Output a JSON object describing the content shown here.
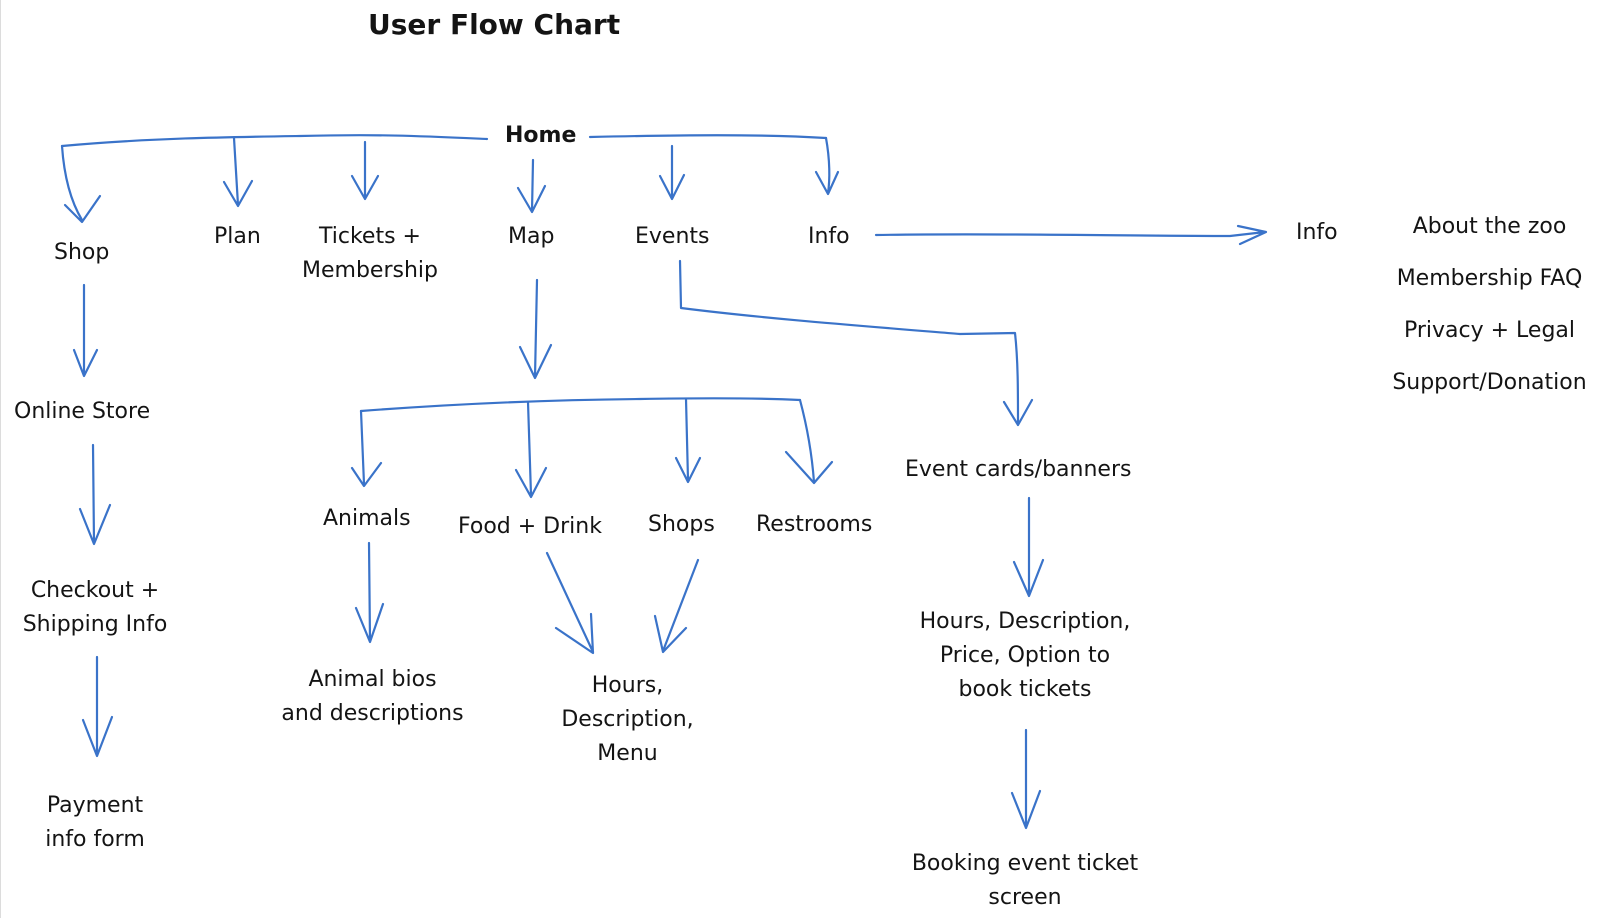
{
  "title": "User Flow Chart",
  "accent_color": "#3a73c9",
  "nodes": {
    "home": "Home",
    "shop": "Shop",
    "plan": "Plan",
    "tickets": [
      "Tickets +",
      "Membership"
    ],
    "map": "Map",
    "events": "Events",
    "info": "Info",
    "info_page": "Info",
    "info_items": [
      "About the zoo",
      "Membership FAQ",
      "Privacy + Legal",
      "Support/Donation"
    ],
    "online_store": "Online Store",
    "checkout": [
      "Checkout +",
      "Shipping Info"
    ],
    "payment": [
      "Payment",
      "info form"
    ],
    "animals": "Animals",
    "food_drink": "Food + Drink",
    "shops": "Shops",
    "restrooms": "Restrooms",
    "animal_bios": [
      "Animal bios",
      "and descriptions"
    ],
    "hours_menu": [
      "Hours,",
      "Description,",
      "Menu"
    ],
    "event_cards": "Event cards/banners",
    "event_details": [
      "Hours, Description,",
      "Price, Option to",
      "book tickets"
    ],
    "booking": [
      "Booking event ticket",
      "screen"
    ]
  }
}
